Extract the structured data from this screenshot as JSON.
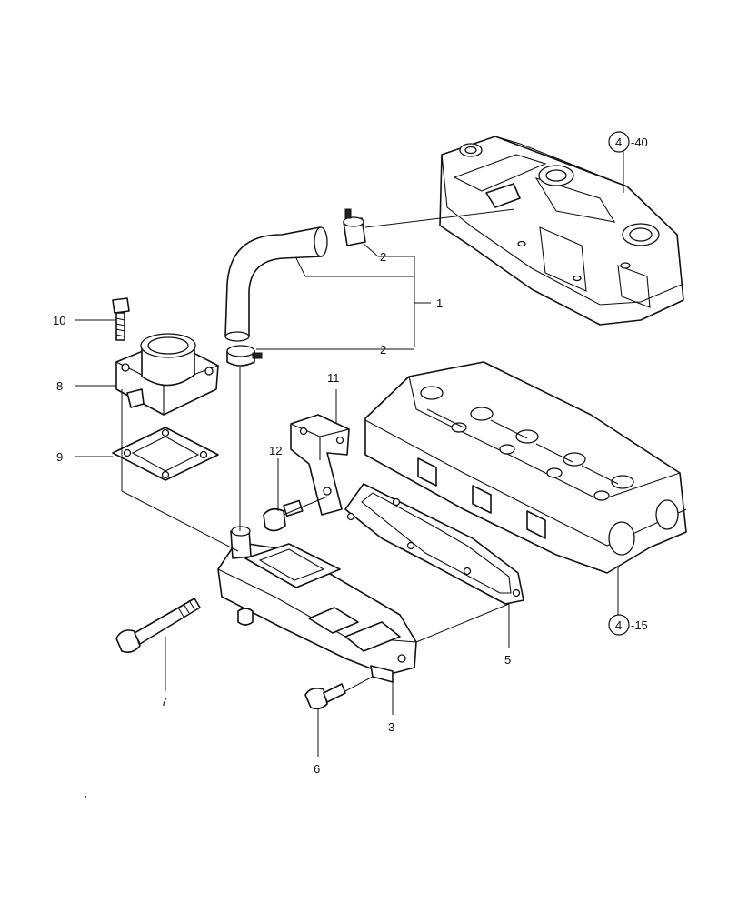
{
  "callouts": {
    "c1": "1",
    "c2a": "2",
    "c2b": "2",
    "c3": "3",
    "c5": "5",
    "c6": "6",
    "c7": "7",
    "c8": "8",
    "c9": "9",
    "c10": "10",
    "c11": "11",
    "c12": "12"
  },
  "references": {
    "cover": {
      "circle": "4",
      "suffix": "-40"
    },
    "head": {
      "circle": "4",
      "suffix": "-15"
    }
  }
}
